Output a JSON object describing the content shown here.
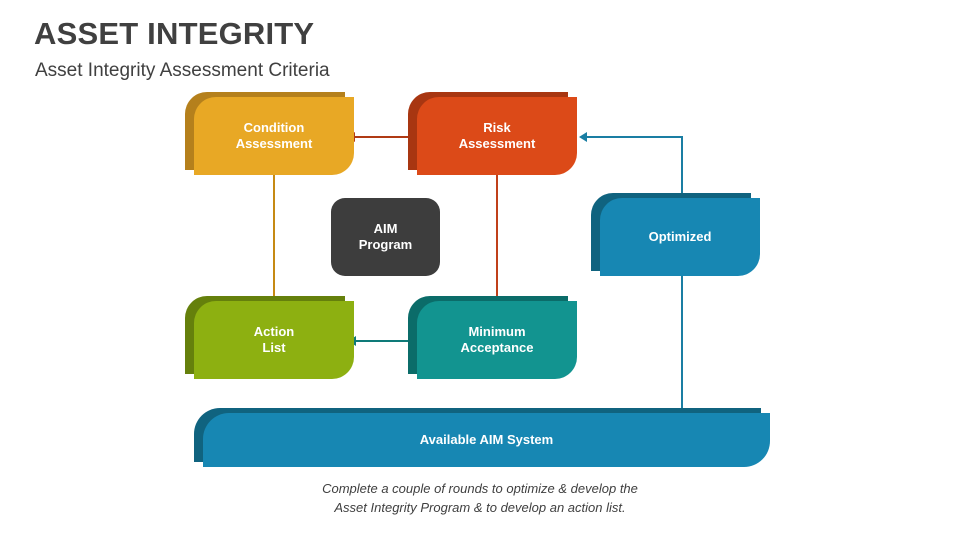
{
  "header": {
    "title": "ASSET INTEGRITY",
    "subtitle": "Asset Integrity Assessment Criteria"
  },
  "diagram": {
    "type": "process-flow",
    "nodes": [
      {
        "id": "condition-assessment",
        "label": "Condition\nAssessment",
        "color": "#E8A825",
        "shadow": "#B5801C",
        "font_size": 13
      },
      {
        "id": "risk-assessment",
        "label": "Risk\nAssessment",
        "color": "#DC4A18",
        "shadow": "#A83611",
        "font_size": 13
      },
      {
        "id": "aim-program",
        "label": "AIM\nProgram",
        "color": "#3D3D3D",
        "shadow": "#3D3D3D",
        "font_size": 13
      },
      {
        "id": "optimized",
        "label": "Optimized",
        "color": "#1787B3",
        "shadow": "#10637F",
        "font_size": 13
      },
      {
        "id": "action-list",
        "label": "Action\nList",
        "color": "#8DB011",
        "shadow": "#65800C",
        "font_size": 13
      },
      {
        "id": "minimum-acceptance",
        "label": "Minimum\nAcceptance",
        "color": "#129490",
        "shadow": "#0B6C69",
        "font_size": 13
      },
      {
        "id": "available-aim-system",
        "label": "Available AIM System",
        "color": "#1787B3",
        "shadow": "#10637F",
        "font_size": 13
      }
    ],
    "connectors": [
      {
        "id": "risk-to-condition",
        "from": "risk-assessment",
        "to": "condition-assessment",
        "color": "#B03A14",
        "direction": "left"
      },
      {
        "id": "condition-to-action",
        "from": "condition-assessment",
        "to": "action-list",
        "color": "#C68A14",
        "direction": "down"
      },
      {
        "id": "risk-to-minimum",
        "from": "risk-assessment",
        "to": "minimum-acceptance",
        "color": "#C0401A",
        "direction": "down"
      },
      {
        "id": "minimum-to-action",
        "from": "minimum-acceptance",
        "to": "action-list",
        "color": "#0E7A78",
        "direction": "left"
      },
      {
        "id": "optimized-to-risk",
        "from": "optimized",
        "to": "risk-assessment",
        "color": "#1A7EA3",
        "direction": "left"
      },
      {
        "id": "system-to-optimized",
        "from": "available-aim-system",
        "to": "optimized",
        "color": "#1A7EA3",
        "direction": "up"
      }
    ]
  },
  "caption": {
    "text": "Complete a couple of rounds to optimize & develop the\nAsset Integrity Program & to develop an action list."
  }
}
